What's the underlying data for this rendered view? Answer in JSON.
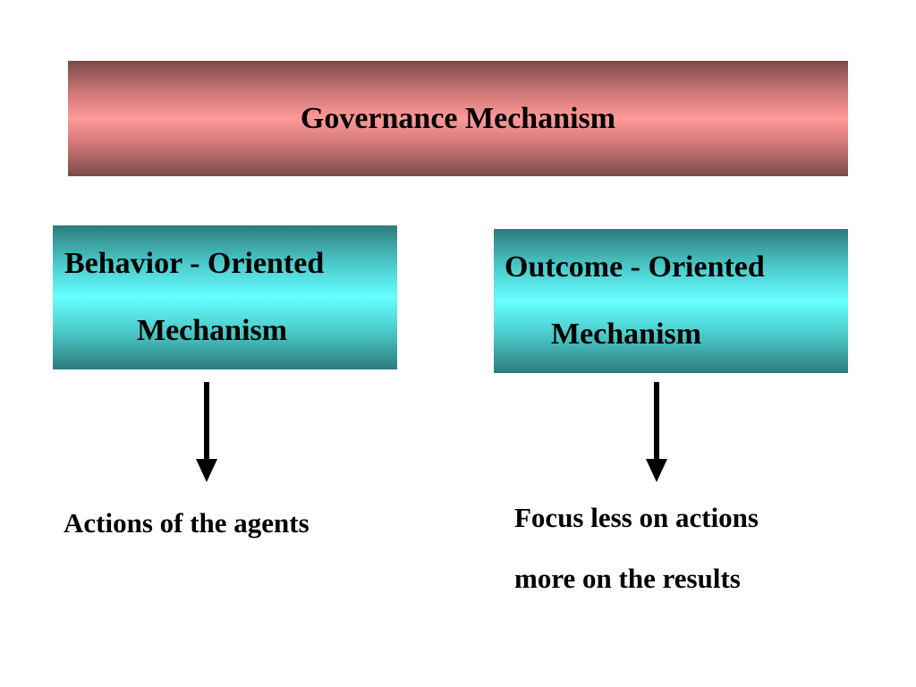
{
  "top": {
    "title": "Governance Mechanism"
  },
  "left": {
    "line1": "Behavior - Oriented",
    "line2": "Mechanism",
    "result": "Actions of the agents"
  },
  "right": {
    "line1": "Outcome - Oriented",
    "line2": "Mechanism",
    "result_line1": "Focus less on actions",
    "result_line2": "more on  the results"
  },
  "colors": {
    "top_box": "#ff9999",
    "side_boxes": "#66ffff",
    "text": "#000000"
  }
}
